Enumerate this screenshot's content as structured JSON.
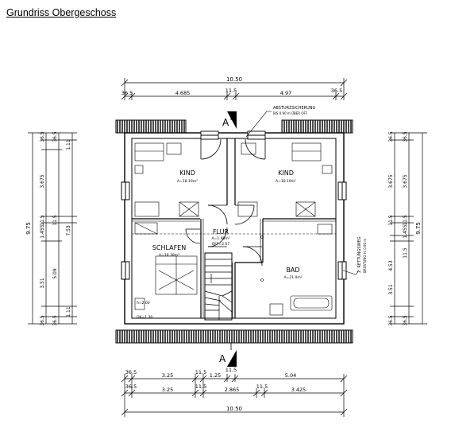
{
  "page": {
    "title": "Grundriss Obergeschoss"
  },
  "rooms": {
    "kind_left": {
      "name": "KIND",
      "area": "A=18.19m²"
    },
    "kind_right": {
      "name": "KIND",
      "area": "A=18.19m²"
    },
    "flur": {
      "name": "FLUR",
      "area": "A=1.96m²",
      "opening": "OFF=2.67"
    },
    "schlafen": {
      "name": "SCHLAFEN",
      "area": "A=18.38m²"
    },
    "bad": {
      "name": "BAD",
      "area": "A=21.0m²"
    }
  },
  "annotations": {
    "absturz_title": "ABSTURZSICHERUNG",
    "absturz_note": "BIS 0.90 m ÜBER OFF",
    "rettungsweg_title": "2. RETTUNGSWEG",
    "rettungsweg_note": "BRÜSTUNG H. 0.90 m",
    "section_marker": "A",
    "schlafen_small1": "h=2.00",
    "schlafen_small2": "OK=1.30"
  },
  "dims": {
    "top_total": "10.50",
    "top_left_wall": "36.5",
    "top_left": "4.685",
    "top_mid": "11.5",
    "top_right": "4.97",
    "top_right_wall": "36.5",
    "bot_r1_wall": "36.5",
    "bot_r1_a": "3.25",
    "bot_r1_b": "11.5",
    "bot_r1_c": "1.25",
    "bot_r1_d": "11.5",
    "bot_r1_e": "5.04",
    "bot_r2_wall": "36.5",
    "bot_r2_a": "3.25",
    "bot_r2_b": "11.5",
    "bot_r2_c": "2.865",
    "bot_r2_d": "11.5",
    "bot_r2_e": "3.425",
    "bot_total": "10.50",
    "left_total": "9.75",
    "left_a1": "36.5",
    "left_a2": "1.11",
    "left_a3": "3.675",
    "left_a4": "11.5",
    "left_a5": "1.455",
    "left_a6": "5.09",
    "left_a7": "3.51",
    "left_a8": "1.11",
    "left_a9": "36.5",
    "left_b1": "7.53",
    "left_b2": "11.5",
    "left_b3": "36.5",
    "right_total": "9.75",
    "right_a1": "36.5",
    "right_a2": "3.675",
    "right_a3": "11.5",
    "right_a4": "4.53",
    "right_a5": "3.51",
    "right_a6": "36.5",
    "right_b1": "36.5",
    "right_b2": "3.675",
    "right_b3": "11.5",
    "right_b4": "1.455",
    "right_b5": "11.5",
    "right_b6": "36.5"
  }
}
